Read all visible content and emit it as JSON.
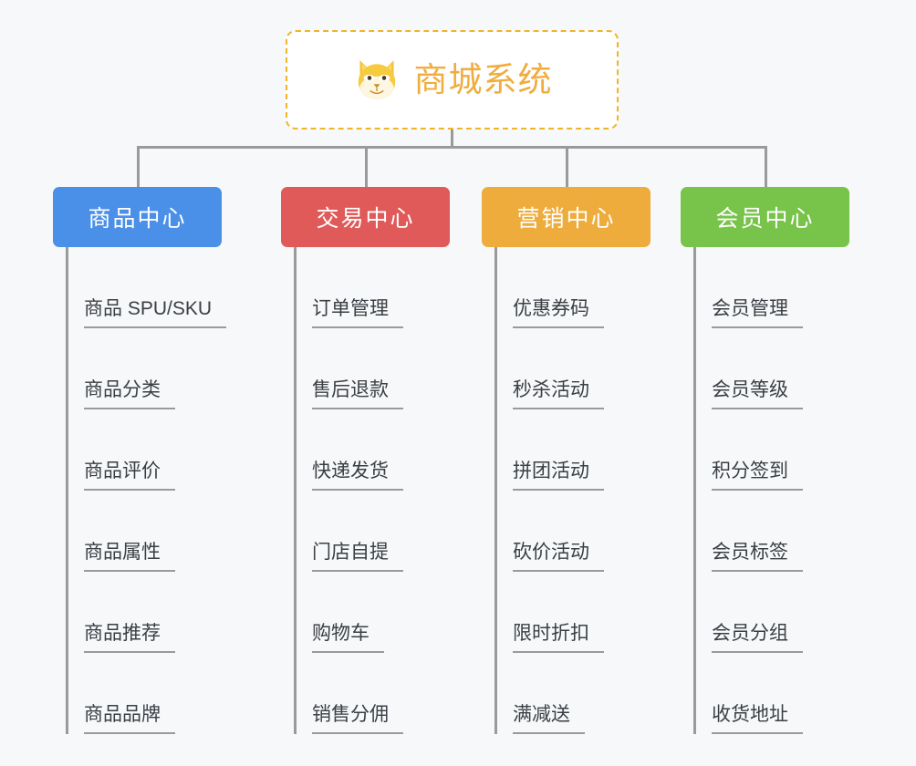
{
  "page": {
    "background_color": "#f7f8f9",
    "line_color": "#9a9a9a"
  },
  "root": {
    "title": "商城系统",
    "icon": "shiba-dog-icon",
    "accent_color": "#f0ad3e",
    "border_color": "#f0b429",
    "background_color": "#ffffff"
  },
  "branches": [
    {
      "title": "商品中心",
      "color": "#4a90e8",
      "items": [
        "商品 SPU/SKU",
        "商品分类",
        "商品评价",
        "商品属性",
        "商品推荐",
        "商品品牌"
      ]
    },
    {
      "title": "交易中心",
      "color": "#e05a5a",
      "items": [
        "订单管理",
        "售后退款",
        "快递发货",
        "门店自提",
        "购物车",
        "销售分佣"
      ]
    },
    {
      "title": "营销中心",
      "color": "#eeac3c",
      "items": [
        "优惠券码",
        "秒杀活动",
        "拼团活动",
        "砍价活动",
        "限时折扣",
        "满减送"
      ]
    },
    {
      "title": "会员中心",
      "color": "#78c34a",
      "items": [
        "会员管理",
        "会员等级",
        "积分签到",
        "会员标签",
        "会员分组",
        "收货地址"
      ]
    }
  ]
}
